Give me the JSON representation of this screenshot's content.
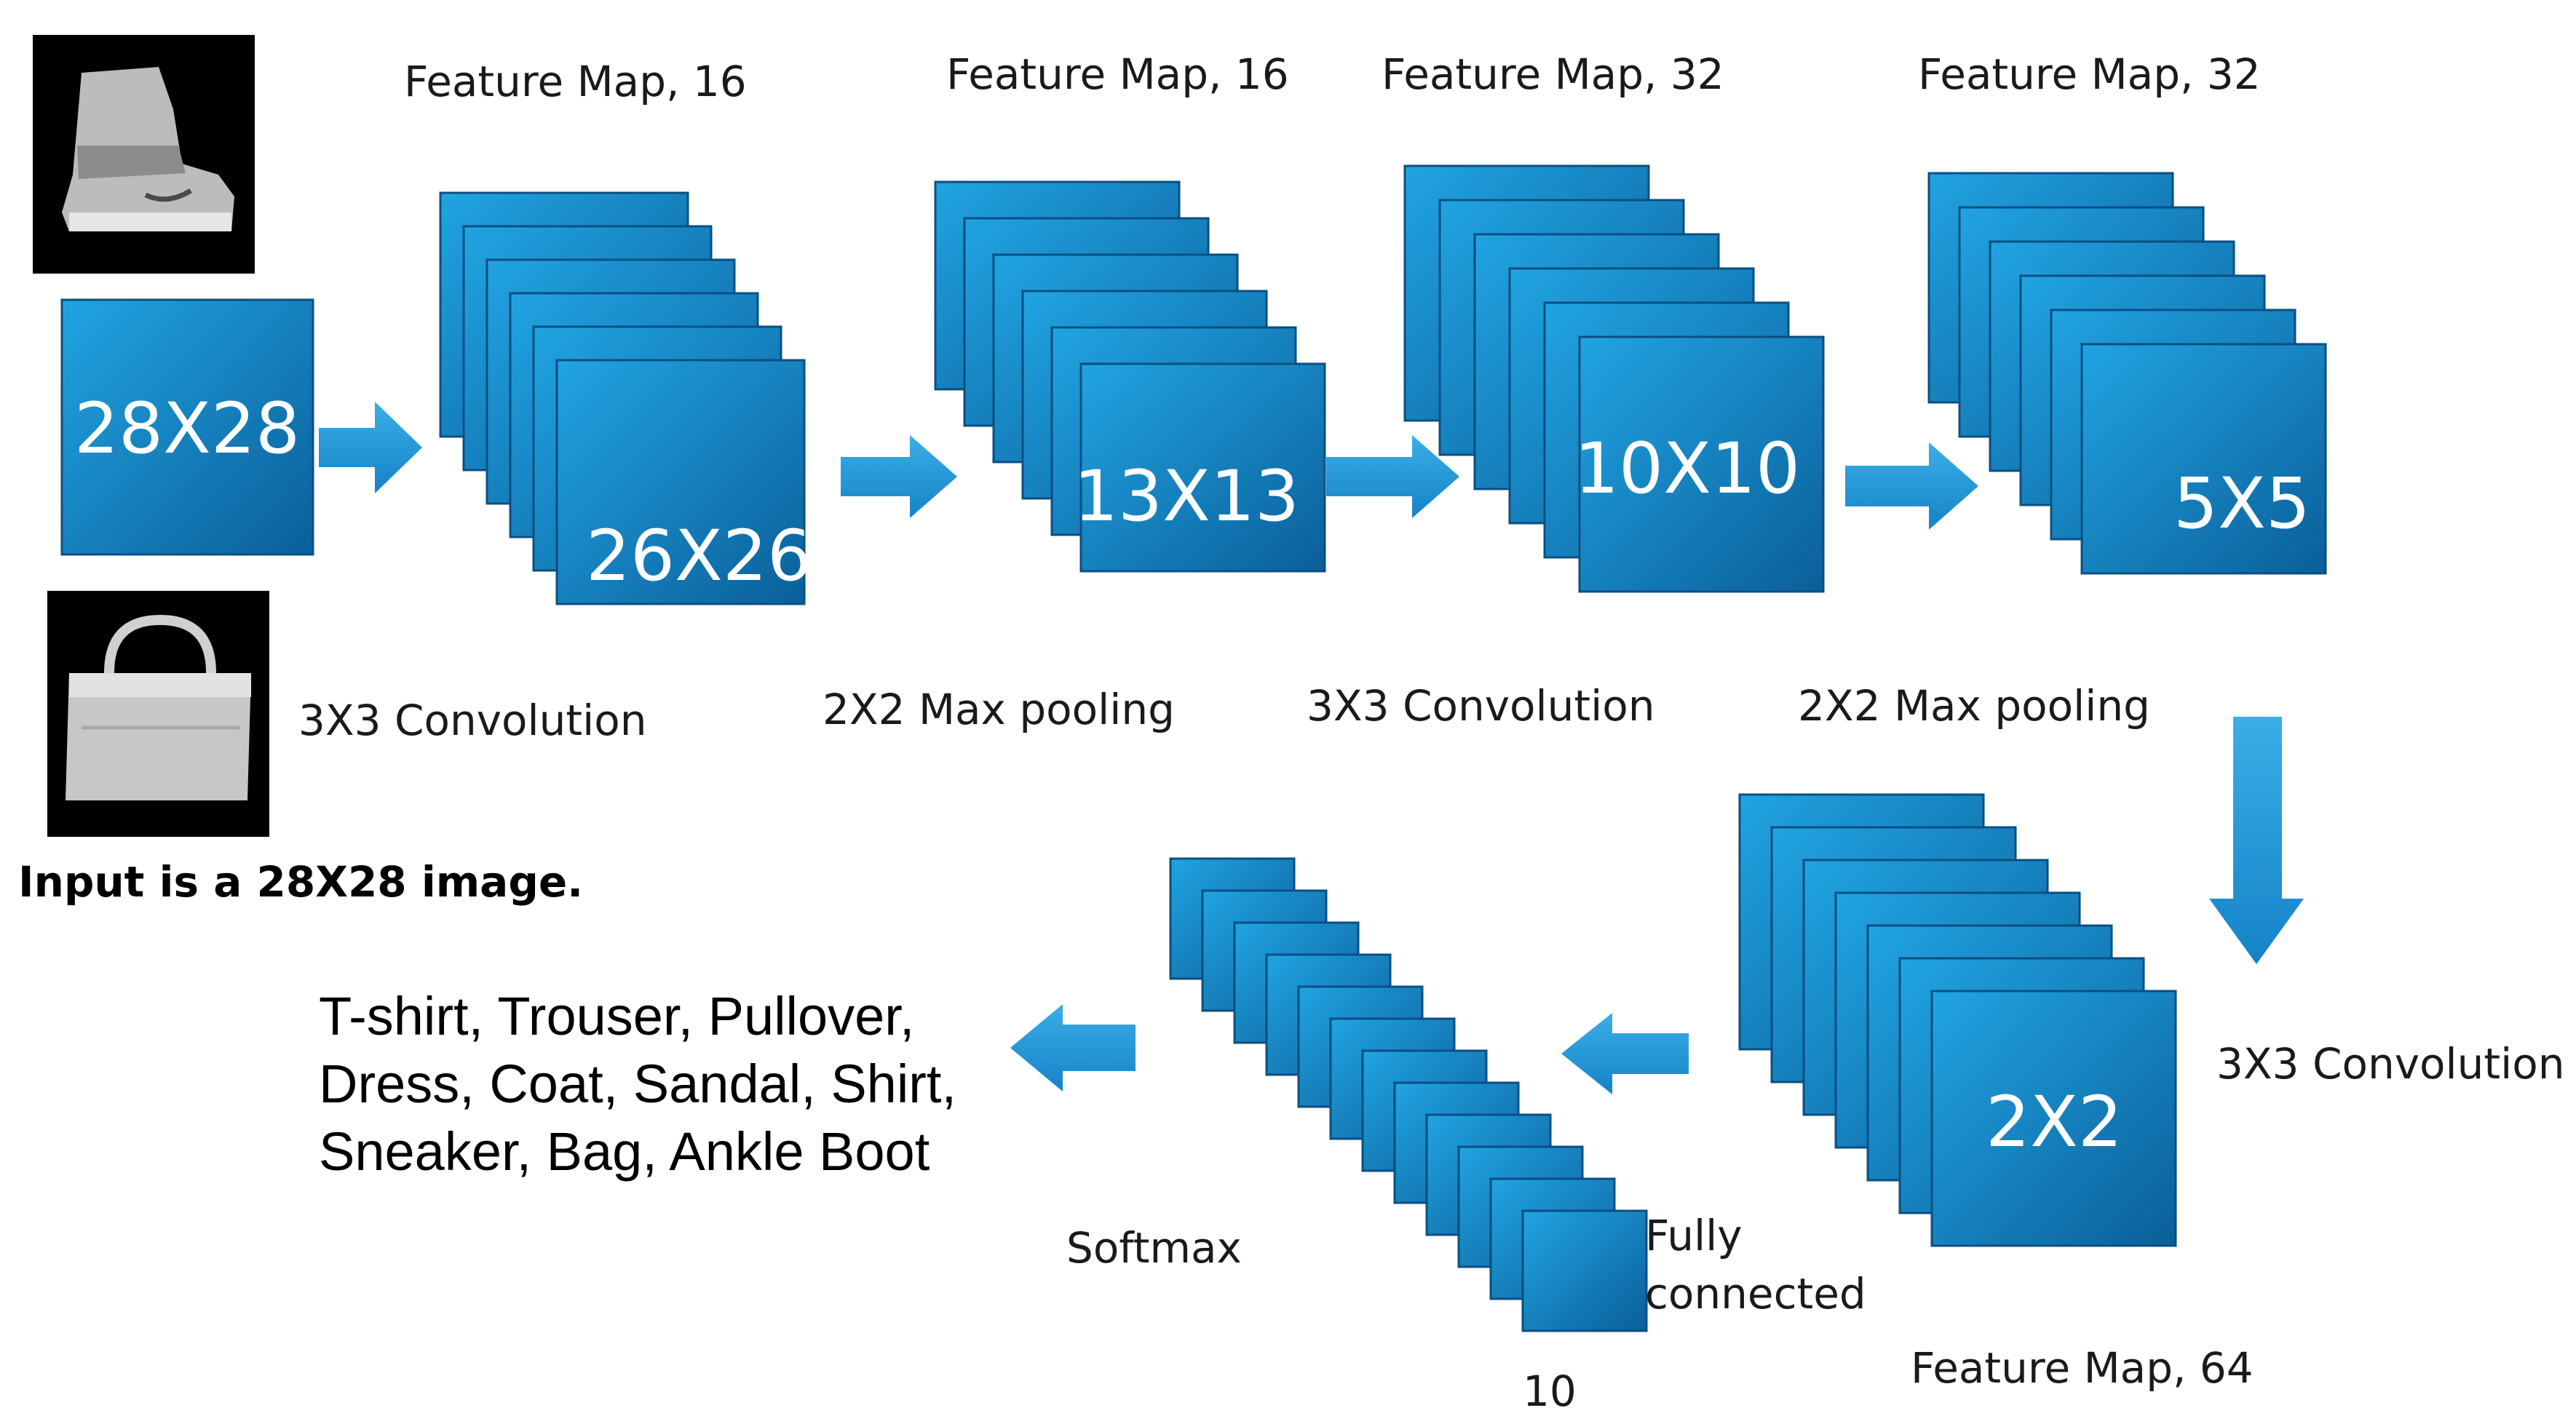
{
  "colors": {
    "block_light": "#1f9ad8",
    "block_dark": "#0a5f9a",
    "block_edge": "#0a4f82",
    "arrow": "#1f95d6",
    "text": "#1a1a1a"
  },
  "stages": [
    {
      "id": "input",
      "dim": "28X28",
      "feature_label": "",
      "layers": 1,
      "op_label": ""
    },
    {
      "id": "conv1",
      "dim": "26X26",
      "feature_label": "Feature Map, 16",
      "layers": 6,
      "op_label": "3X3 Convolution"
    },
    {
      "id": "pool1",
      "dim": "13X13",
      "feature_label": "Feature Map, 16",
      "layers": 6,
      "op_label": "2X2 Max pooling"
    },
    {
      "id": "conv2",
      "dim": "10X10",
      "feature_label": "Feature Map, 32",
      "layers": 6,
      "op_label": "3X3 Convolution"
    },
    {
      "id": "pool2",
      "dim": "5X5",
      "feature_label": "Feature Map, 32",
      "layers": 6,
      "op_label": "2X2 Max pooling"
    },
    {
      "id": "conv3",
      "dim": "2X2",
      "feature_label": "Feature Map, 64",
      "layers": 7,
      "op_label": "3X3 Convolution"
    }
  ],
  "fully_connected_label": [
    "Fully",
    "connected"
  ],
  "dense": {
    "count_label": "10",
    "layers": 12
  },
  "softmax_label": "Softmax",
  "input_caption": "Input is a 28X28 image.",
  "output_classes": [
    "T-shirt, Trouser, Pullover,",
    "Dress, Coat, Sandal, Shirt,",
    "Sneaker, Bag, Ankle Boot"
  ],
  "sample_images": [
    {
      "icon": "ankle-boot-icon"
    },
    {
      "icon": "bag-icon"
    }
  ]
}
